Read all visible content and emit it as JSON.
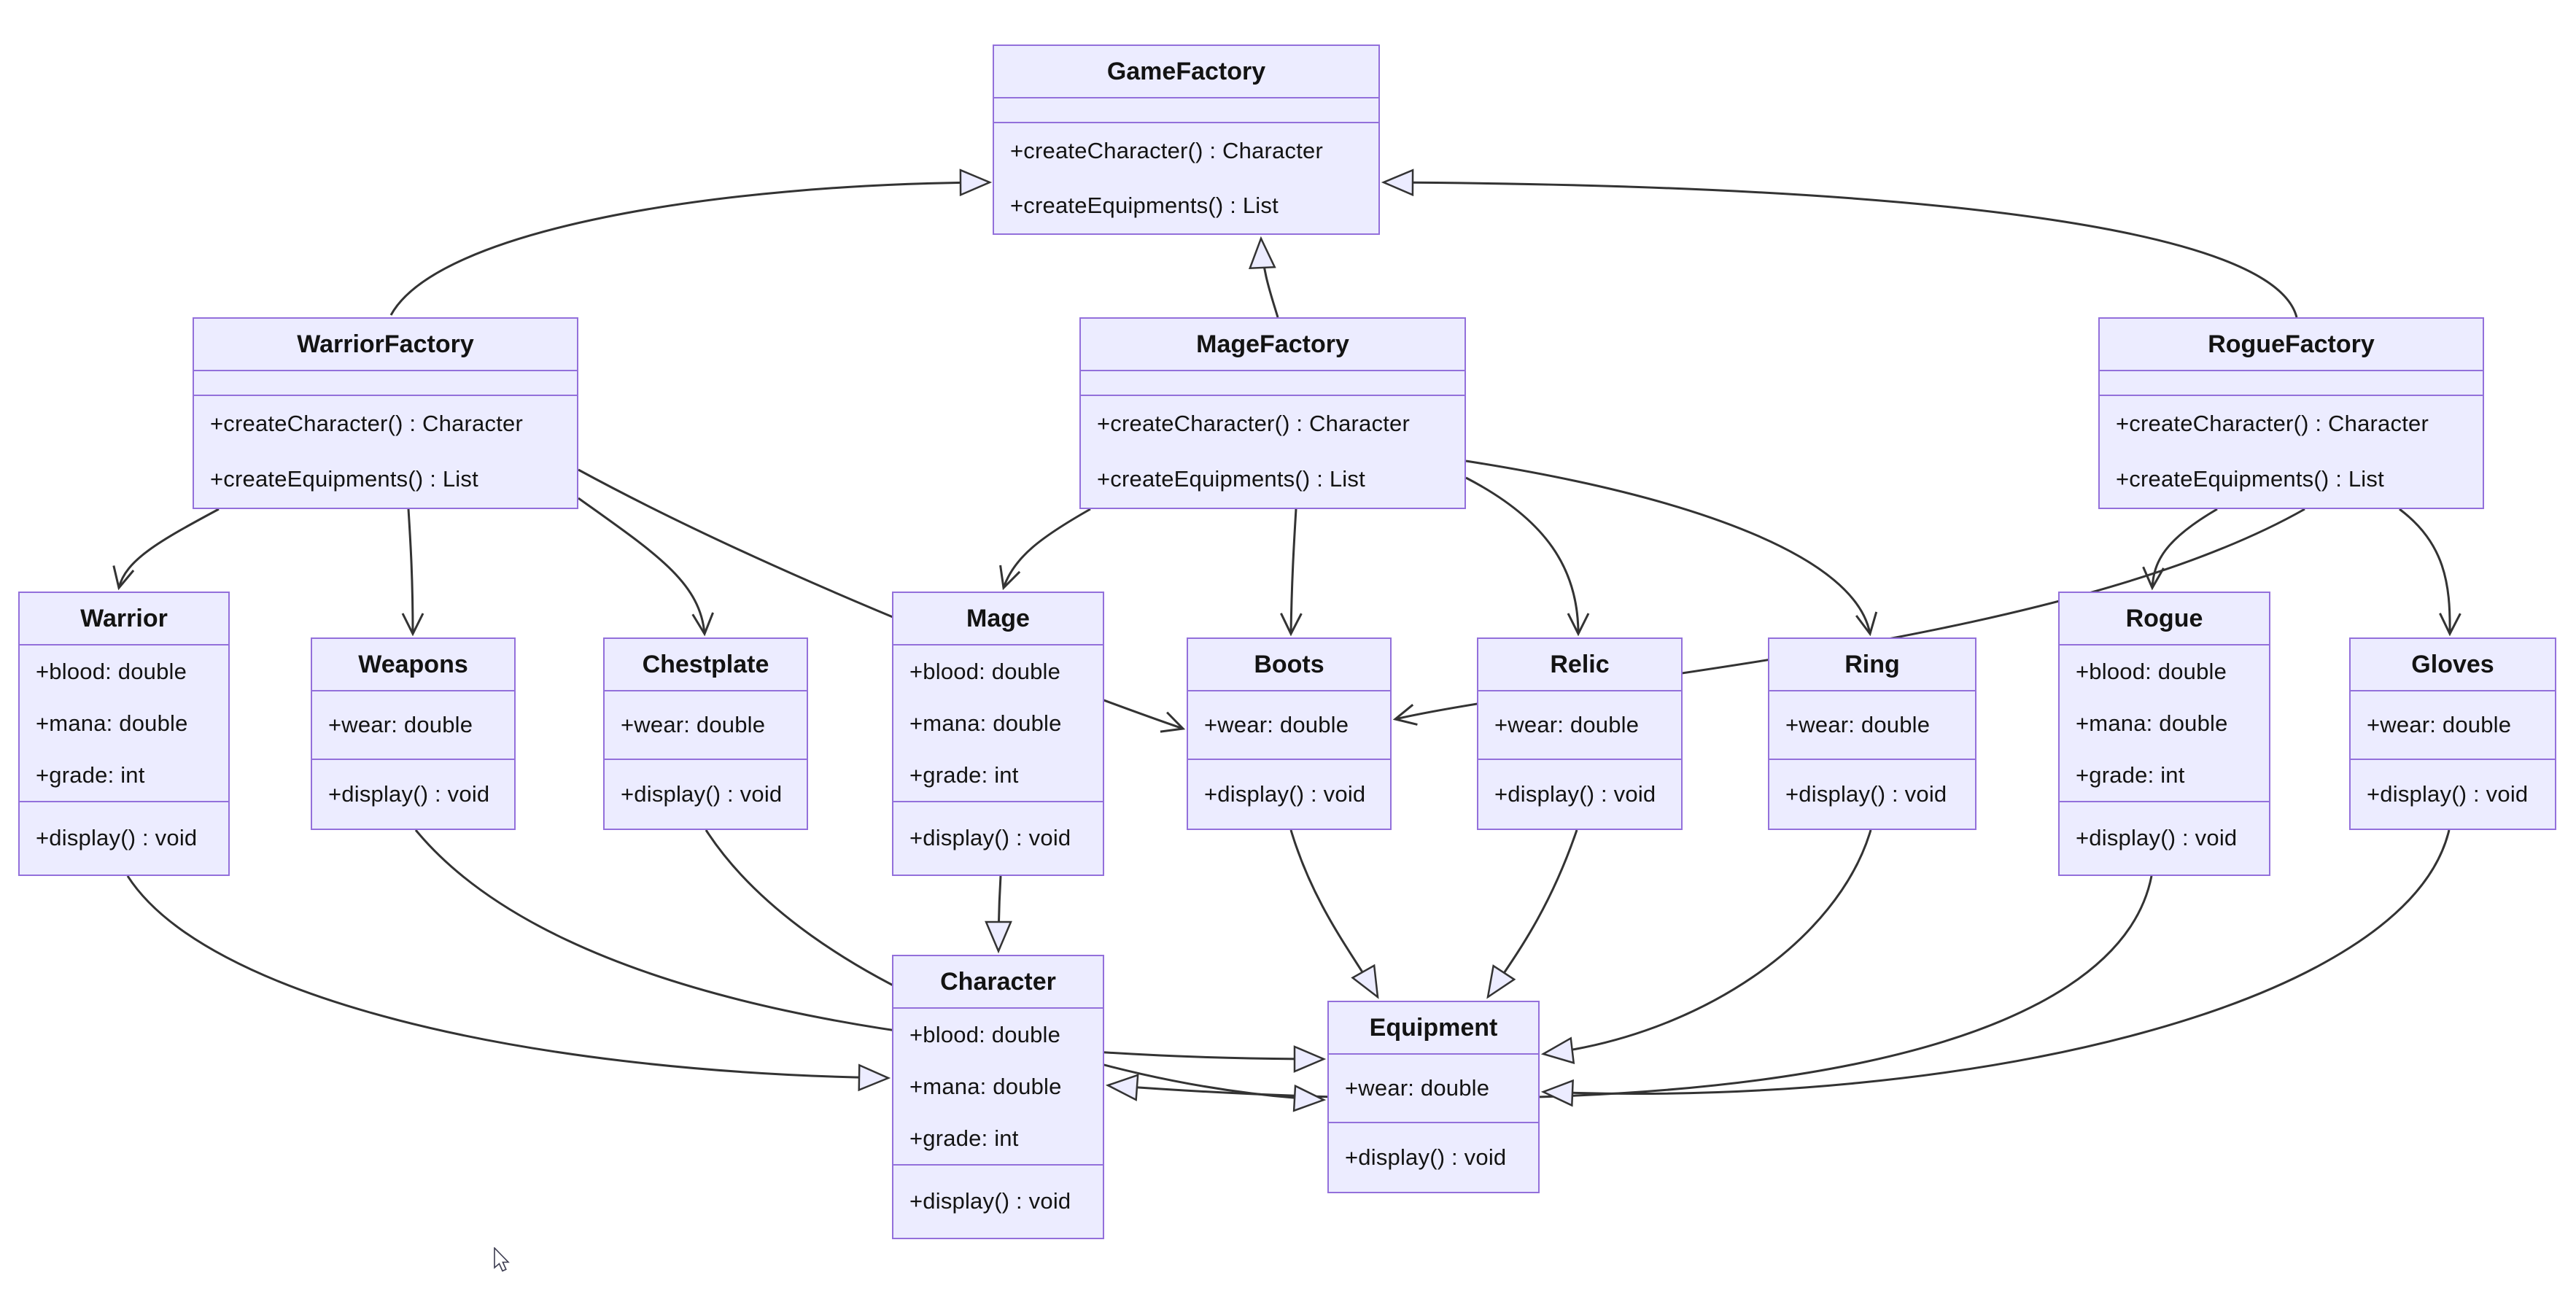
{
  "diagram": {
    "kind": "uml-class-diagram",
    "colors": {
      "background": "#ffffff",
      "node_fill": "#ECECFF",
      "node_border": "#9370DB",
      "edge": "#333333",
      "text": "#131313"
    },
    "classes": [
      {
        "name": "GameFactory",
        "attributes": [],
        "methods": [
          "+createCharacter() : Character",
          "+createEquipments() : List"
        ]
      },
      {
        "name": "WarriorFactory",
        "attributes": [],
        "methods": [
          "+createCharacter() : Character",
          "+createEquipments() : List"
        ]
      },
      {
        "name": "MageFactory",
        "attributes": [],
        "methods": [
          "+createCharacter() : Character",
          "+createEquipments() : List"
        ]
      },
      {
        "name": "RogueFactory",
        "attributes": [],
        "methods": [
          "+createCharacter() : Character",
          "+createEquipments() : List"
        ]
      },
      {
        "name": "Warrior",
        "attributes": [
          "+blood: double",
          "+mana: double",
          "+grade: int"
        ],
        "methods": [
          "+display() : void"
        ]
      },
      {
        "name": "Weapons",
        "attributes": [
          "+wear: double"
        ],
        "methods": [
          "+display() : void"
        ]
      },
      {
        "name": "Chestplate",
        "attributes": [
          "+wear: double"
        ],
        "methods": [
          "+display() : void"
        ]
      },
      {
        "name": "Mage",
        "attributes": [
          "+blood: double",
          "+mana: double",
          "+grade: int"
        ],
        "methods": [
          "+display() : void"
        ]
      },
      {
        "name": "Boots",
        "attributes": [
          "+wear: double"
        ],
        "methods": [
          "+display() : void"
        ]
      },
      {
        "name": "Relic",
        "attributes": [
          "+wear: double"
        ],
        "methods": [
          "+display() : void"
        ]
      },
      {
        "name": "Ring",
        "attributes": [
          "+wear: double"
        ],
        "methods": [
          "+display() : void"
        ]
      },
      {
        "name": "Rogue",
        "attributes": [
          "+blood: double",
          "+mana: double",
          "+grade: int"
        ],
        "methods": [
          "+display() : void"
        ]
      },
      {
        "name": "Gloves",
        "attributes": [
          "+wear: double"
        ],
        "methods": [
          "+display() : void"
        ]
      },
      {
        "name": "Character",
        "attributes": [
          "+blood: double",
          "+mana: double",
          "+grade: int"
        ],
        "methods": [
          "+display() : void"
        ]
      },
      {
        "name": "Equipment",
        "attributes": [
          "+wear: double"
        ],
        "methods": [
          "+display() : void"
        ]
      }
    ],
    "relations": [
      {
        "from": "WarriorFactory",
        "to": "GameFactory",
        "type": "inheritance"
      },
      {
        "from": "MageFactory",
        "to": "GameFactory",
        "type": "inheritance"
      },
      {
        "from": "RogueFactory",
        "to": "GameFactory",
        "type": "inheritance"
      },
      {
        "from": "Warrior",
        "to": "Character",
        "type": "inheritance"
      },
      {
        "from": "Mage",
        "to": "Character",
        "type": "inheritance"
      },
      {
        "from": "Rogue",
        "to": "Character",
        "type": "inheritance"
      },
      {
        "from": "Weapons",
        "to": "Equipment",
        "type": "inheritance"
      },
      {
        "from": "Chestplate",
        "to": "Equipment",
        "type": "inheritance"
      },
      {
        "from": "Boots",
        "to": "Equipment",
        "type": "inheritance"
      },
      {
        "from": "Relic",
        "to": "Equipment",
        "type": "inheritance"
      },
      {
        "from": "Ring",
        "to": "Equipment",
        "type": "inheritance"
      },
      {
        "from": "Gloves",
        "to": "Equipment",
        "type": "inheritance"
      },
      {
        "from": "WarriorFactory",
        "to": "Warrior",
        "type": "create"
      },
      {
        "from": "WarriorFactory",
        "to": "Weapons",
        "type": "create"
      },
      {
        "from": "WarriorFactory",
        "to": "Chestplate",
        "type": "create"
      },
      {
        "from": "WarriorFactory",
        "to": "Boots",
        "type": "create"
      },
      {
        "from": "MageFactory",
        "to": "Mage",
        "type": "create"
      },
      {
        "from": "MageFactory",
        "to": "Boots",
        "type": "create"
      },
      {
        "from": "MageFactory",
        "to": "Relic",
        "type": "create"
      },
      {
        "from": "MageFactory",
        "to": "Ring",
        "type": "create"
      },
      {
        "from": "RogueFactory",
        "to": "Rogue",
        "type": "create"
      },
      {
        "from": "RogueFactory",
        "to": "Boots",
        "type": "create"
      },
      {
        "from": "RogueFactory",
        "to": "Gloves",
        "type": "create"
      }
    ],
    "cursor": {
      "visible": true
    }
  }
}
